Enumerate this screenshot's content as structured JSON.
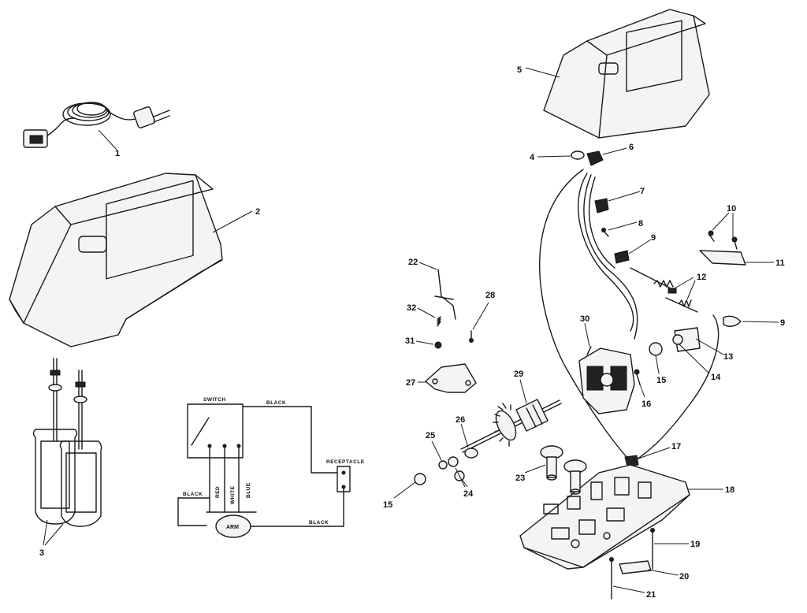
{
  "callouts": {
    "c1": "1",
    "c2": "2",
    "c3": "3",
    "c4": "4",
    "c5": "5",
    "c6": "6",
    "c7": "7",
    "c8": "8",
    "c9a": "9",
    "c9b": "9",
    "c10": "10",
    "c11": "11",
    "c12": "12",
    "c13": "13",
    "c14": "14",
    "c15a": "15",
    "c15b": "15",
    "c16": "16",
    "c17": "17",
    "c18": "18",
    "c19": "19",
    "c20": "20",
    "c21": "21",
    "c22": "22",
    "c23": "23",
    "c24": "24",
    "c25": "25",
    "c26": "26",
    "c27": "27",
    "c28": "28",
    "c29": "29",
    "c30": "30",
    "c31": "31",
    "c32": "32"
  },
  "wiring": {
    "switch": "SWITCH",
    "black_top": "BLACK",
    "black_left": "BLACK",
    "black_bottom": "BLACK",
    "red": "RED",
    "white": "WHITE",
    "blue": "BLUE",
    "receptacle": "RECEPTACLE",
    "arm": "ARM"
  }
}
